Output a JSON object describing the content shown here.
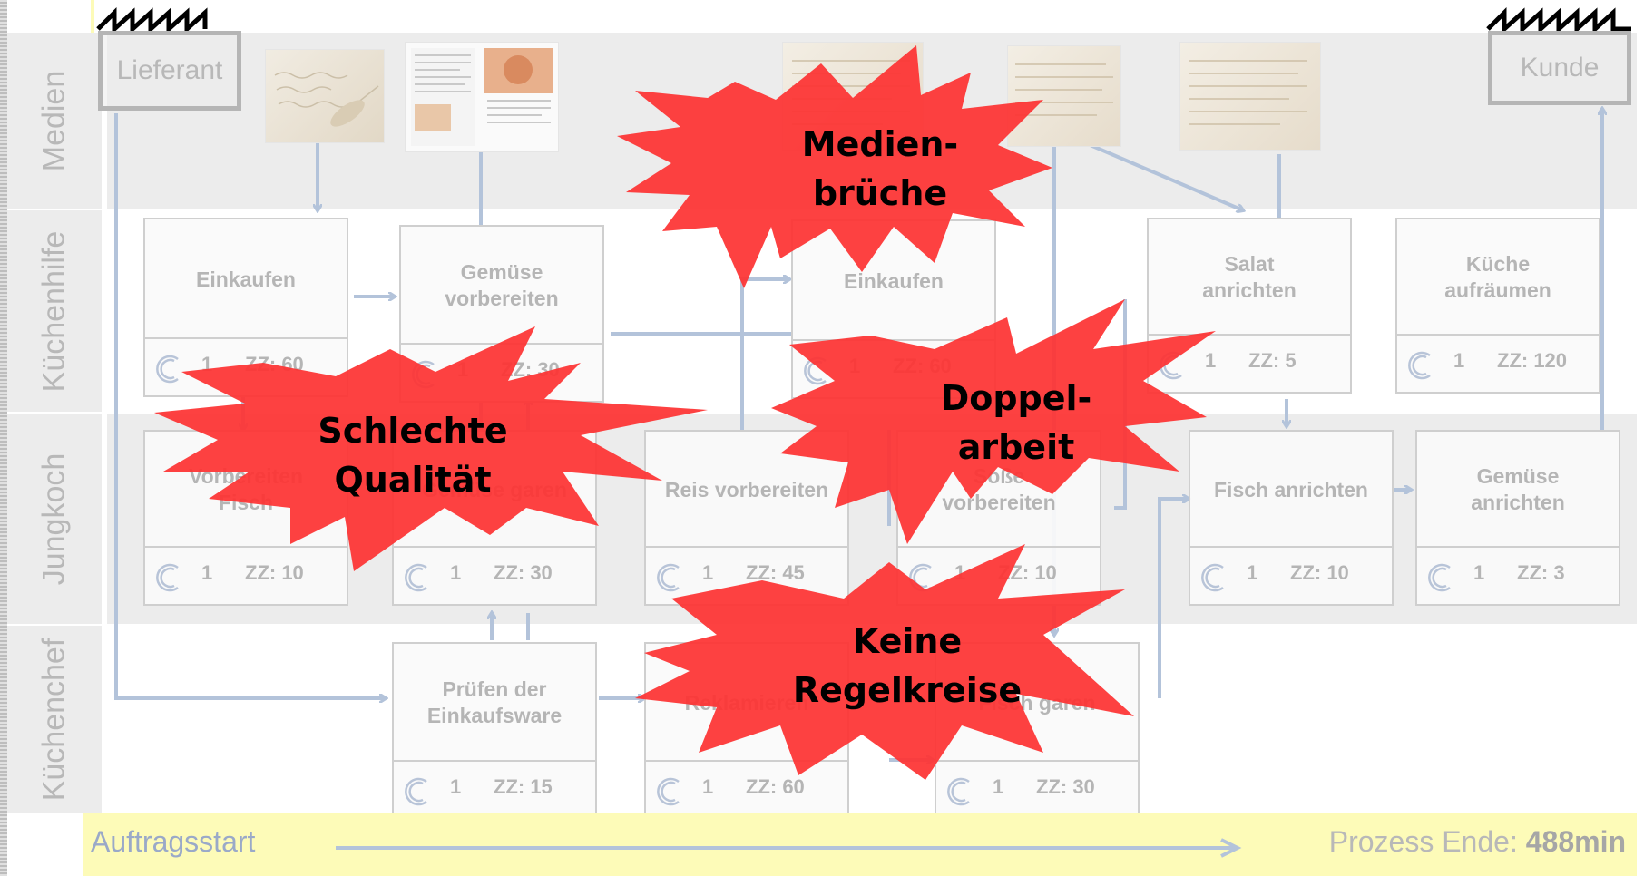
{
  "colors": {
    "lane_band": "#ececec",
    "arrow": "#b3c3da",
    "burst": "#fd3333",
    "bottom_bar": "#fdfbb8"
  },
  "lanes": [
    "Medien",
    "Küchenhilfe",
    "Jungkoch",
    "Küchenchef"
  ],
  "supplier": "Lieferant",
  "customer": "Kunde",
  "processes": {
    "einkaufen_1": {
      "title": "Einkaufen",
      "count": "1",
      "zz": "ZZ: 60"
    },
    "gemuese_vorbereiten": {
      "title": "Gemüse\nvorbereiten",
      "count": "1",
      "zz": "ZZ: 30"
    },
    "einkaufen_2": {
      "title": "Einkaufen",
      "count": "1",
      "zz": "ZZ: 60"
    },
    "salat_anrichten": {
      "title": "Salat\nanrichten",
      "count": "1",
      "zz": "ZZ: 5"
    },
    "kueche_aufraeumen": {
      "title": "Küche\naufräumen",
      "count": "1",
      "zz": "ZZ: 120"
    },
    "vorbereiten_fisch": {
      "title": "Vorbereiten\nFisch",
      "count": "1",
      "zz": "ZZ: 10"
    },
    "gemuese_garen": {
      "title": "Gemüse garen",
      "count": "1",
      "zz": "ZZ: 30"
    },
    "reis_vorbereiten": {
      "title": "Reis vorbereiten",
      "count": "1",
      "zz": "ZZ: 45"
    },
    "sosse_vorbereiten": {
      "title": "Soße\nvorbereiten",
      "count": "1",
      "zz": "ZZ: 10"
    },
    "fisch_anrichten": {
      "title": "Fisch anrichten",
      "count": "1",
      "zz": "ZZ: 10"
    },
    "gemuese_anrichten": {
      "title": "Gemüse\nanrichten",
      "count": "1",
      "zz": "ZZ: 3"
    },
    "pruefen": {
      "title": "Prüfen der\nEinkaufsware",
      "count": "1",
      "zz": "ZZ: 15"
    },
    "reklamieren": {
      "title": "Reklamieren",
      "count": "1",
      "zz": "ZZ: 60"
    },
    "fisch_garen": {
      "title": "Fisch garen",
      "count": "1",
      "zz": "ZZ: 30"
    }
  },
  "bursts": {
    "medienbrueche": "Medien-\nbrüche",
    "schlechte_qualitaet": "Schlechte\nQualität",
    "doppelarbeit": "Doppel-\narbeit",
    "keine_regelkreise": "Keine\nRegelkreise"
  },
  "bottom_bar": {
    "start": "Auftragsstart",
    "end_label": "Prozess Ende: ",
    "end_value": "488min"
  }
}
